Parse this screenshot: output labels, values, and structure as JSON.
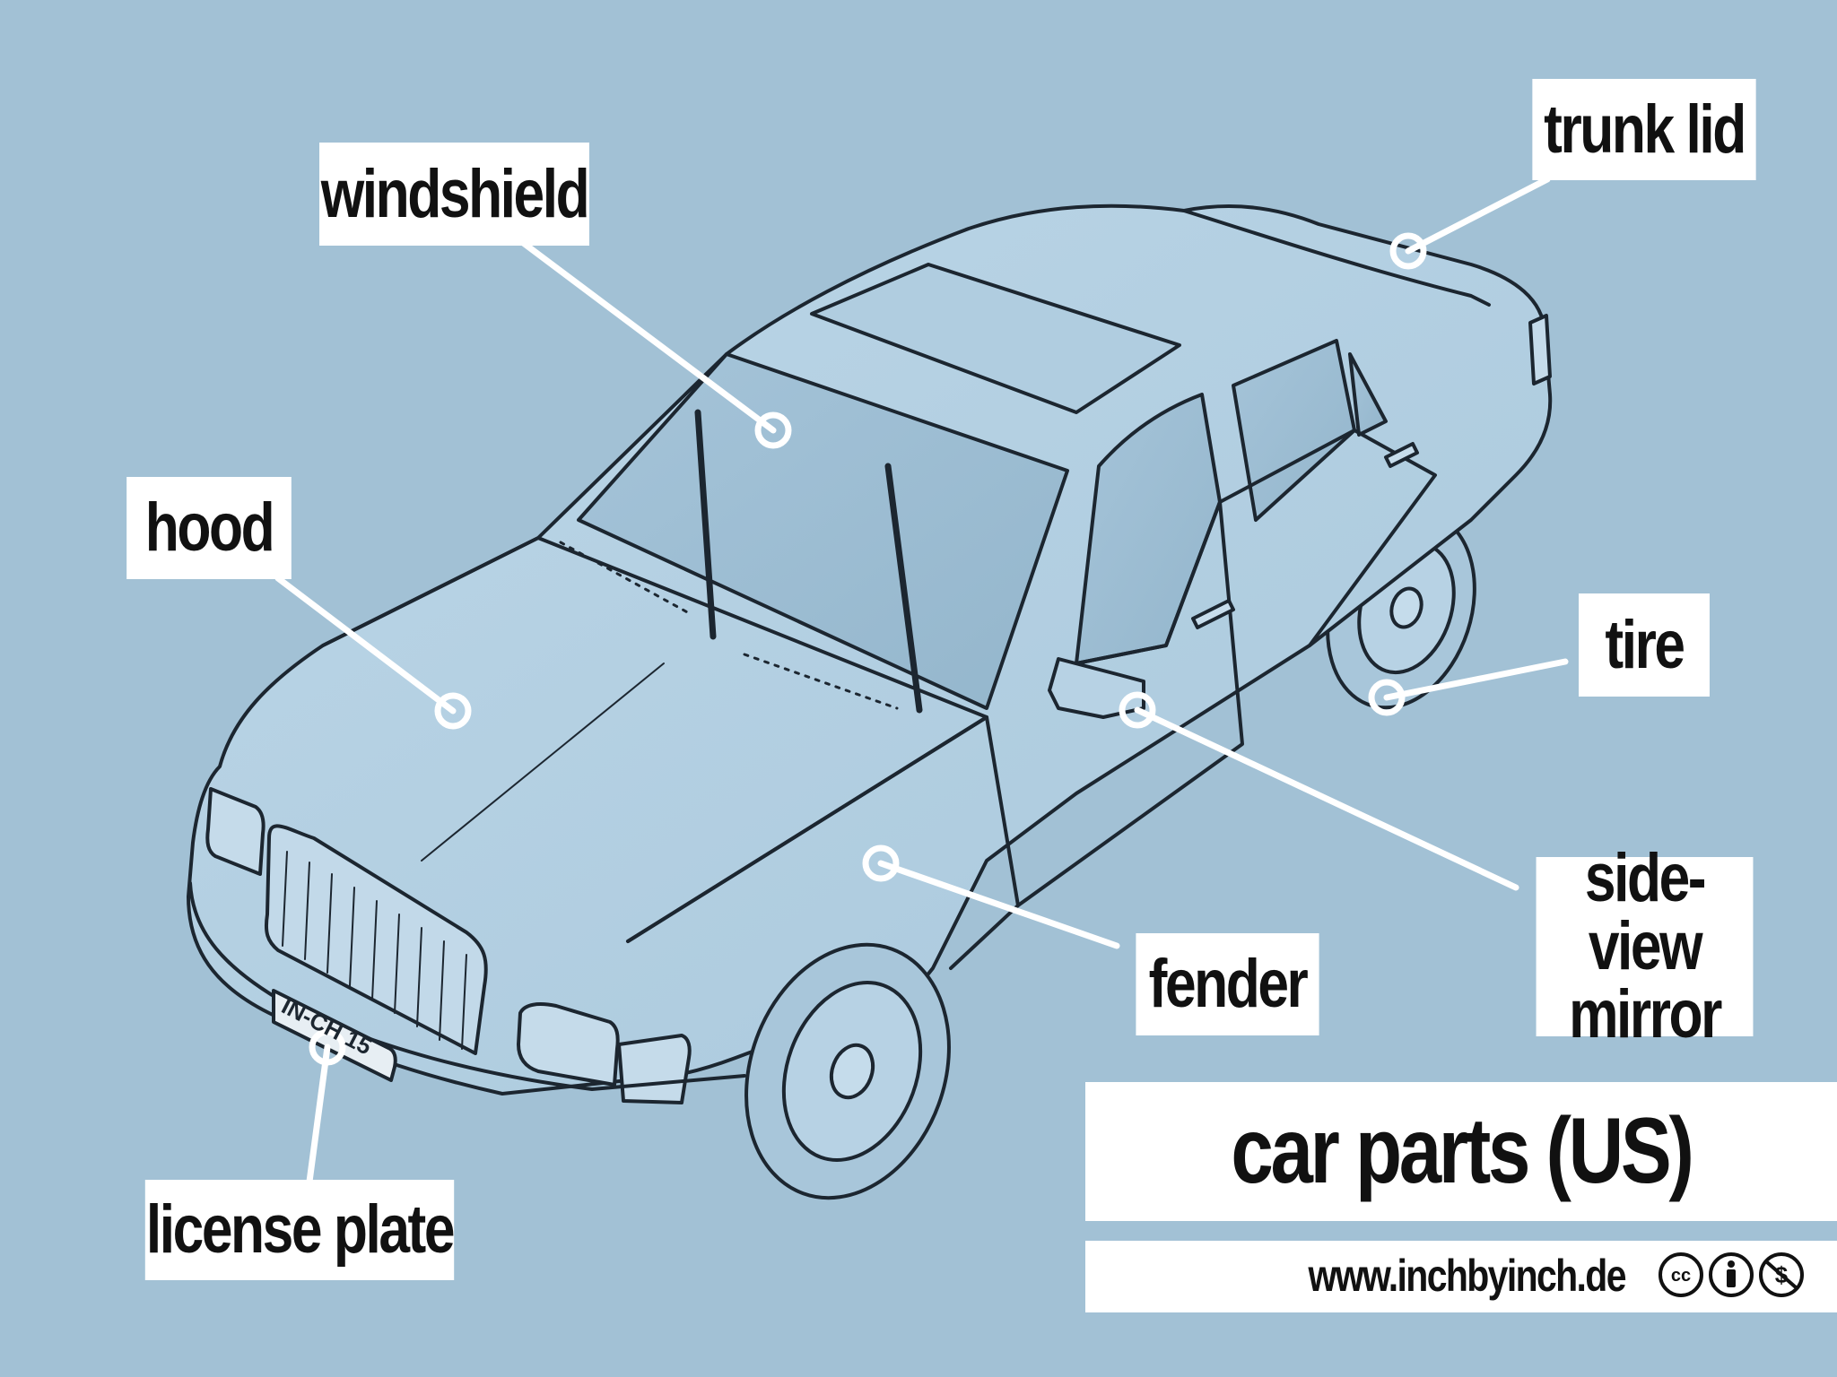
{
  "title": "car parts (US)",
  "website": "www.inchbyinch.de",
  "colors": {
    "background": "#a2c1d5",
    "car_body": "#b4d0e2",
    "car_glass": "#9fbfd4",
    "outline": "#1c2630",
    "leader": "#ffffff",
    "label_bg": "#ffffff",
    "label_text": "#111111"
  },
  "labels": {
    "windshield": "windshield",
    "trunk_lid": "trunk lid",
    "hood": "hood",
    "tire": "tire",
    "side_view_mirror_line1": "side-view",
    "side_view_mirror_line2": "mirror",
    "fender": "fender",
    "license_plate": "license plate"
  },
  "license_plate_text": "IN-CH 15",
  "license_icons": [
    "creative-commons-icon",
    "attribution-icon",
    "non-commercial-icon"
  ]
}
